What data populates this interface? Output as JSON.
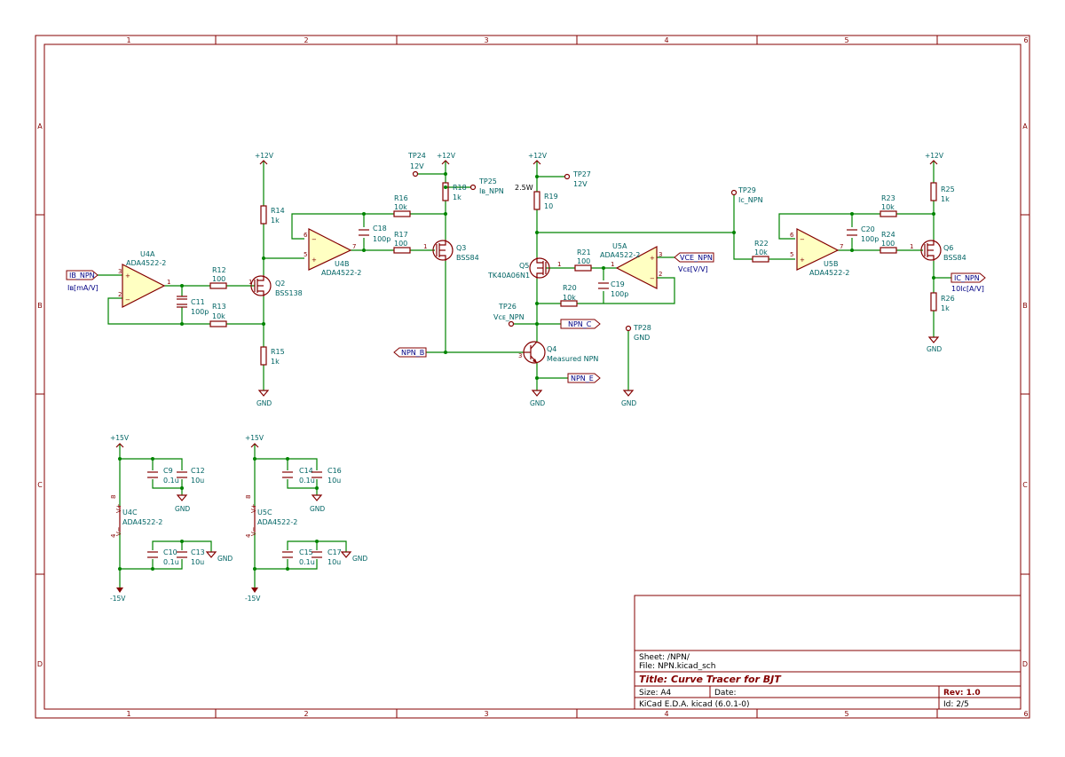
{
  "grid": {
    "columns": [
      "1",
      "2",
      "3",
      "4",
      "5",
      "6"
    ],
    "rows": [
      "A",
      "B",
      "C",
      "D"
    ]
  },
  "title_block": {
    "sheet": "Sheet: /NPN/",
    "file": "File: NPN.kicad_sch",
    "title": "Title: Curve Tracer for BJT",
    "size": "Size: A4",
    "date": "Date:",
    "rev": "Rev: 1.0",
    "tool": "KiCad E.D.A.  kicad (6.0.1-0)",
    "id": "Id: 2/5"
  },
  "hier_labels": {
    "ib_npn": "IB_NPN",
    "npn_b": "NPN_B",
    "npn_c": "NPN_C",
    "npn_e": "NPN_E",
    "vce_npn": "VCE_NPN",
    "ic_npn": "IC_NPN"
  },
  "notes": {
    "ib_unit": "Iʙ[mA/V]",
    "vce_unit": "Vᴄᴇ[V/V]",
    "ic_unit": "10Iᴄ[A/V]",
    "r19_power": "2.5W"
  },
  "power": {
    "p12": "+12V",
    "p15": "+15V",
    "n15": "-15V",
    "gnd": "GND"
  },
  "components": {
    "U4A": {
      "ref": "U4A",
      "val": "ADA4522-2"
    },
    "U4B": {
      "ref": "U4B",
      "val": "ADA4522-2"
    },
    "U4C": {
      "ref": "U4C",
      "val": "ADA4522-2"
    },
    "U5A": {
      "ref": "U5A",
      "val": "ADA4522-2"
    },
    "U5B": {
      "ref": "U5B",
      "val": "ADA4522-2"
    },
    "U5C": {
      "ref": "U5C",
      "val": "ADA4522-2"
    },
    "Q2": {
      "ref": "Q2",
      "val": "BSS138"
    },
    "Q3": {
      "ref": "Q3",
      "val": "BSS84"
    },
    "Q4": {
      "ref": "Q4",
      "val": "Measured NPN"
    },
    "Q5": {
      "ref": "Q5",
      "val": "TK40A06N1"
    },
    "Q6": {
      "ref": "Q6",
      "val": "BSS84"
    },
    "R12": {
      "ref": "R12",
      "val": "100"
    },
    "R13": {
      "ref": "R13",
      "val": "10k"
    },
    "R14": {
      "ref": "R14",
      "val": "1k"
    },
    "R15": {
      "ref": "R15",
      "val": "1k"
    },
    "R16": {
      "ref": "R16",
      "val": "10k"
    },
    "R17": {
      "ref": "R17",
      "val": "100"
    },
    "R18": {
      "ref": "R18",
      "val": "1k"
    },
    "R19": {
      "ref": "R19",
      "val": "10"
    },
    "R20": {
      "ref": "R20",
      "val": "10k"
    },
    "R21": {
      "ref": "R21",
      "val": "100"
    },
    "R22": {
      "ref": "R22",
      "val": "10k"
    },
    "R23": {
      "ref": "R23",
      "val": "10k"
    },
    "R24": {
      "ref": "R24",
      "val": "100"
    },
    "R25": {
      "ref": "R25",
      "val": "1k"
    },
    "R26": {
      "ref": "R26",
      "val": "1k"
    },
    "C9": {
      "ref": "C9",
      "val": "0.1u"
    },
    "C10": {
      "ref": "C10",
      "val": "0.1u"
    },
    "C11": {
      "ref": "C11",
      "val": "100p"
    },
    "C12": {
      "ref": "C12",
      "val": "10u"
    },
    "C13": {
      "ref": "C13",
      "val": "10u"
    },
    "C14": {
      "ref": "C14",
      "val": "0.1u"
    },
    "C15": {
      "ref": "C15",
      "val": "0.1u"
    },
    "C16": {
      "ref": "C16",
      "val": "10u"
    },
    "C17": {
      "ref": "C17",
      "val": "10u"
    },
    "C18": {
      "ref": "C18",
      "val": "100p"
    },
    "C19": {
      "ref": "C19",
      "val": "100p"
    },
    "C20": {
      "ref": "C20",
      "val": "100p"
    },
    "TP24": {
      "ref": "TP24",
      "val": "12V"
    },
    "TP25": {
      "ref": "TP25",
      "val": "Iʙ_NPN"
    },
    "TP26": {
      "ref": "TP26",
      "val": "Vᴄᴇ_NPN"
    },
    "TP27": {
      "ref": "TP27",
      "val": "12V"
    },
    "TP28": {
      "ref": "TP28",
      "val": "GND"
    },
    "TP29": {
      "ref": "TP29",
      "val": "Iᴄ_NPN"
    }
  }
}
